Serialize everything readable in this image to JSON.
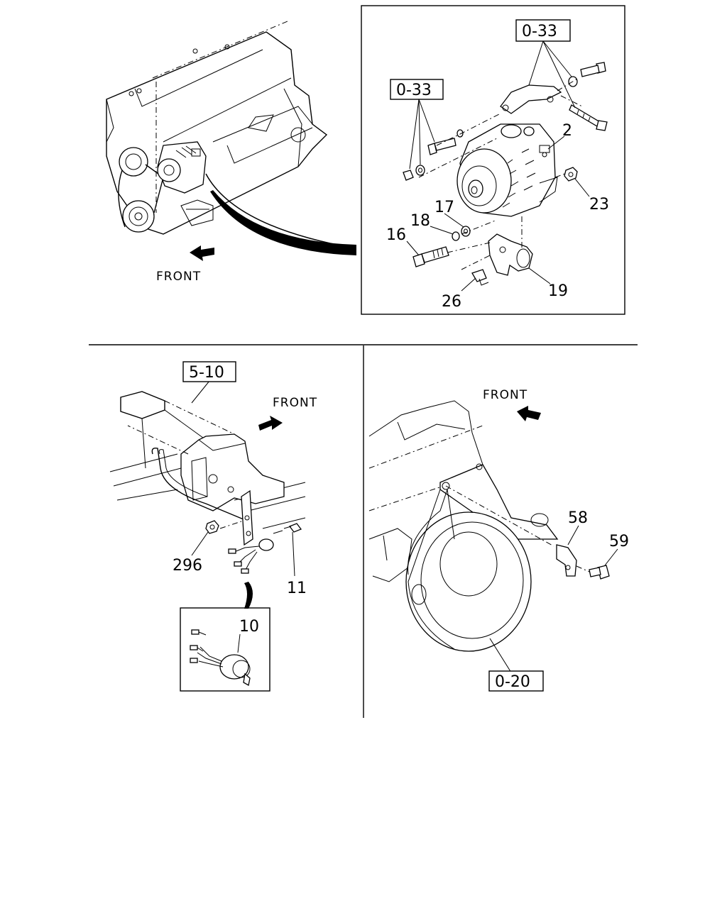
{
  "labels": {
    "ref_0_33_a": "0-33",
    "ref_0_33_b": "0-33",
    "ref_5_10": "5-10",
    "ref_0_20": "0-20",
    "front_1": "FRONT",
    "front_2": "FRONT",
    "front_3": "FRONT",
    "part_2": "2",
    "part_16": "16",
    "part_17": "17",
    "part_18": "18",
    "part_19": "19",
    "part_23": "23",
    "part_26": "26",
    "part_296": "296",
    "part_11": "11",
    "part_10": "10",
    "part_58": "58",
    "part_59": "59"
  }
}
